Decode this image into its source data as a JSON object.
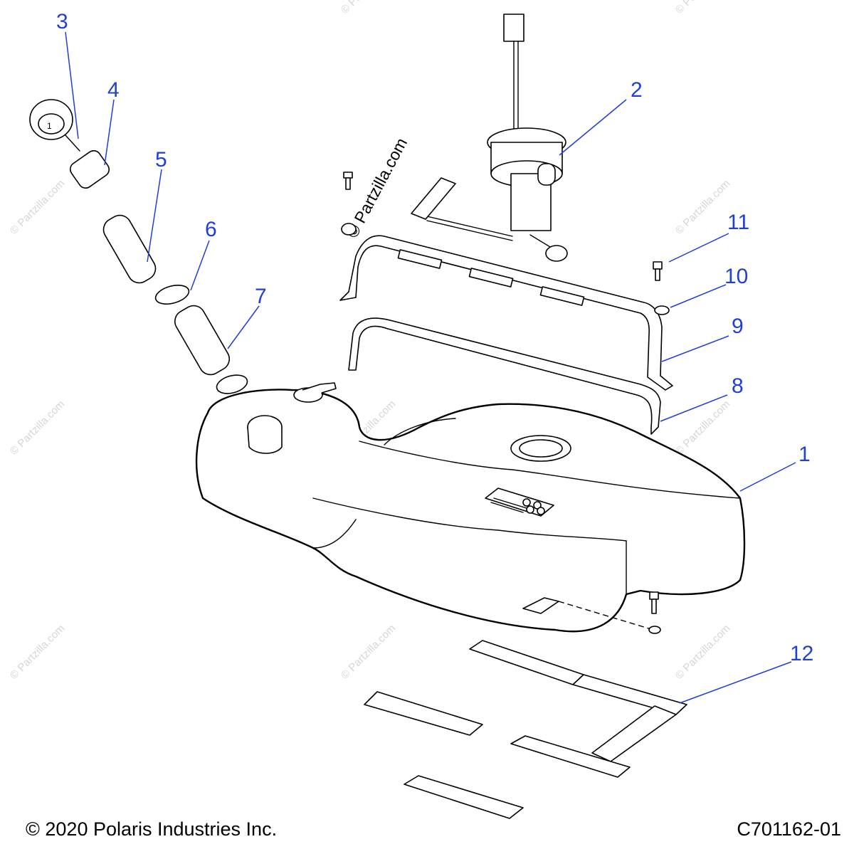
{
  "diagram": {
    "callouts": [
      {
        "id": "3",
        "label": "3"
      },
      {
        "id": "4",
        "label": "4"
      },
      {
        "id": "5",
        "label": "5"
      },
      {
        "id": "6",
        "label": "6"
      },
      {
        "id": "7",
        "label": "7"
      },
      {
        "id": "2",
        "label": "2"
      },
      {
        "id": "11",
        "label": "11"
      },
      {
        "id": "10",
        "label": "10"
      },
      {
        "id": "9",
        "label": "9"
      },
      {
        "id": "8",
        "label": "8"
      },
      {
        "id": "1",
        "label": "1"
      },
      {
        "id": "12",
        "label": "12"
      }
    ],
    "watermark_text": "© Partzilla.com",
    "center_watermark": "© Partzilla.com",
    "cap_text": "1",
    "colors": {
      "callout": "#1f3fd6",
      "line": "#000000",
      "watermark": "#d6d6d6"
    }
  },
  "footer": {
    "copyright": "© 2020 Polaris Industries Inc.",
    "diagram_code": "C701162-01"
  }
}
